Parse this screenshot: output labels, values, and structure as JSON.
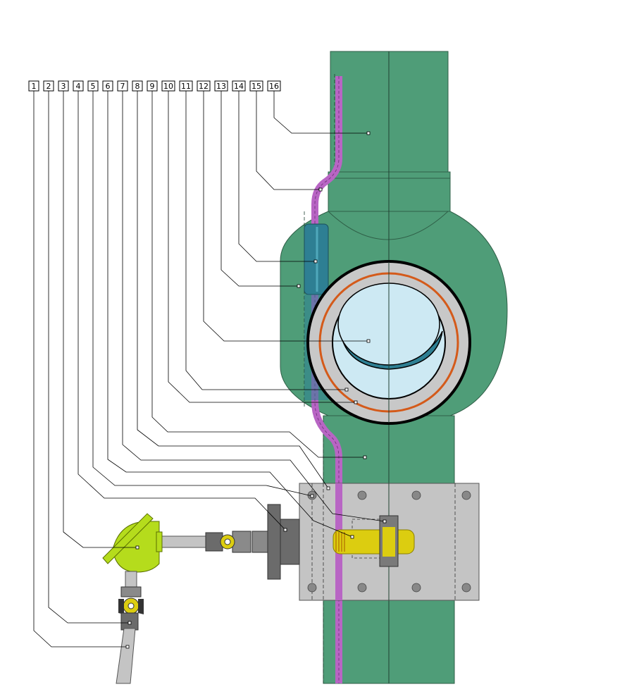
{
  "callouts": [
    {
      "num": "1"
    },
    {
      "num": "2"
    },
    {
      "num": "3"
    },
    {
      "num": "4"
    },
    {
      "num": "5"
    },
    {
      "num": "6"
    },
    {
      "num": "7"
    },
    {
      "num": "8"
    },
    {
      "num": "9"
    },
    {
      "num": "10"
    },
    {
      "num": "11"
    },
    {
      "num": "12"
    },
    {
      "num": "13"
    },
    {
      "num": "14"
    },
    {
      "num": "15"
    },
    {
      "num": "16"
    }
  ],
  "colors": {
    "pipe_green": "#4f9d78",
    "pipe_outline": "#2f5f47",
    "purple_line": "#b865c4",
    "teal_sleeve": "#2e7f93",
    "ring_gray": "#c8c8c8",
    "orange_ring": "#d45a1a",
    "light_blue": "#cde9f3",
    "yellow_stem": "#dccd10",
    "gearbox_yellow": "#b5dc1c",
    "plate_gray": "#c4c4c4",
    "dark_gray": "#6b6b6b"
  }
}
